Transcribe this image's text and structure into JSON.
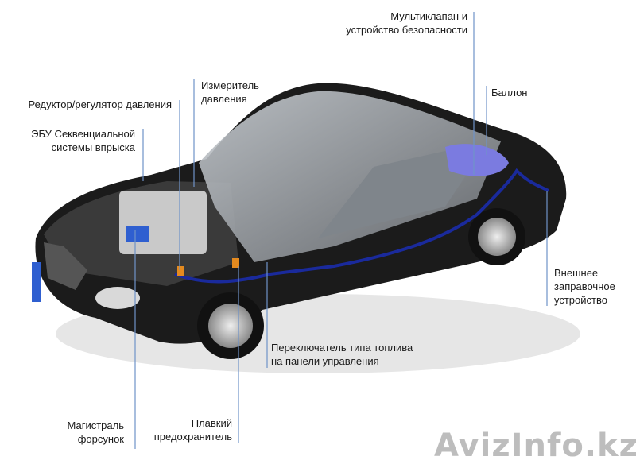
{
  "labels": {
    "multivalve": [
      "Мультиклапан и",
      "устройство безопасности"
    ],
    "tank": [
      "Баллон"
    ],
    "pressure_gauge": [
      "Измеритель",
      "давления"
    ],
    "reducer": [
      "Редуктор/регулятор давления"
    ],
    "ecu": [
      "ЭБУ Секвенциальной",
      "системы впрыска"
    ],
    "filler": [
      "Внешнее",
      "заправочное",
      "устройство"
    ],
    "fuel_switch": [
      "Переключатель типа топлива",
      "на панели управления"
    ],
    "injector_rail": [
      "Магистраль",
      "форсунок"
    ],
    "fuse": [
      "Плавкий",
      "предохранитель"
    ]
  },
  "watermark": "AvizInfo.kz",
  "colors": {
    "leader_line": "#6f93c8",
    "fuel_line": "#1a2a9c",
    "car_body": "#1b1b1b",
    "glass": "#9ea4aa",
    "tank": "#7b7be0"
  }
}
